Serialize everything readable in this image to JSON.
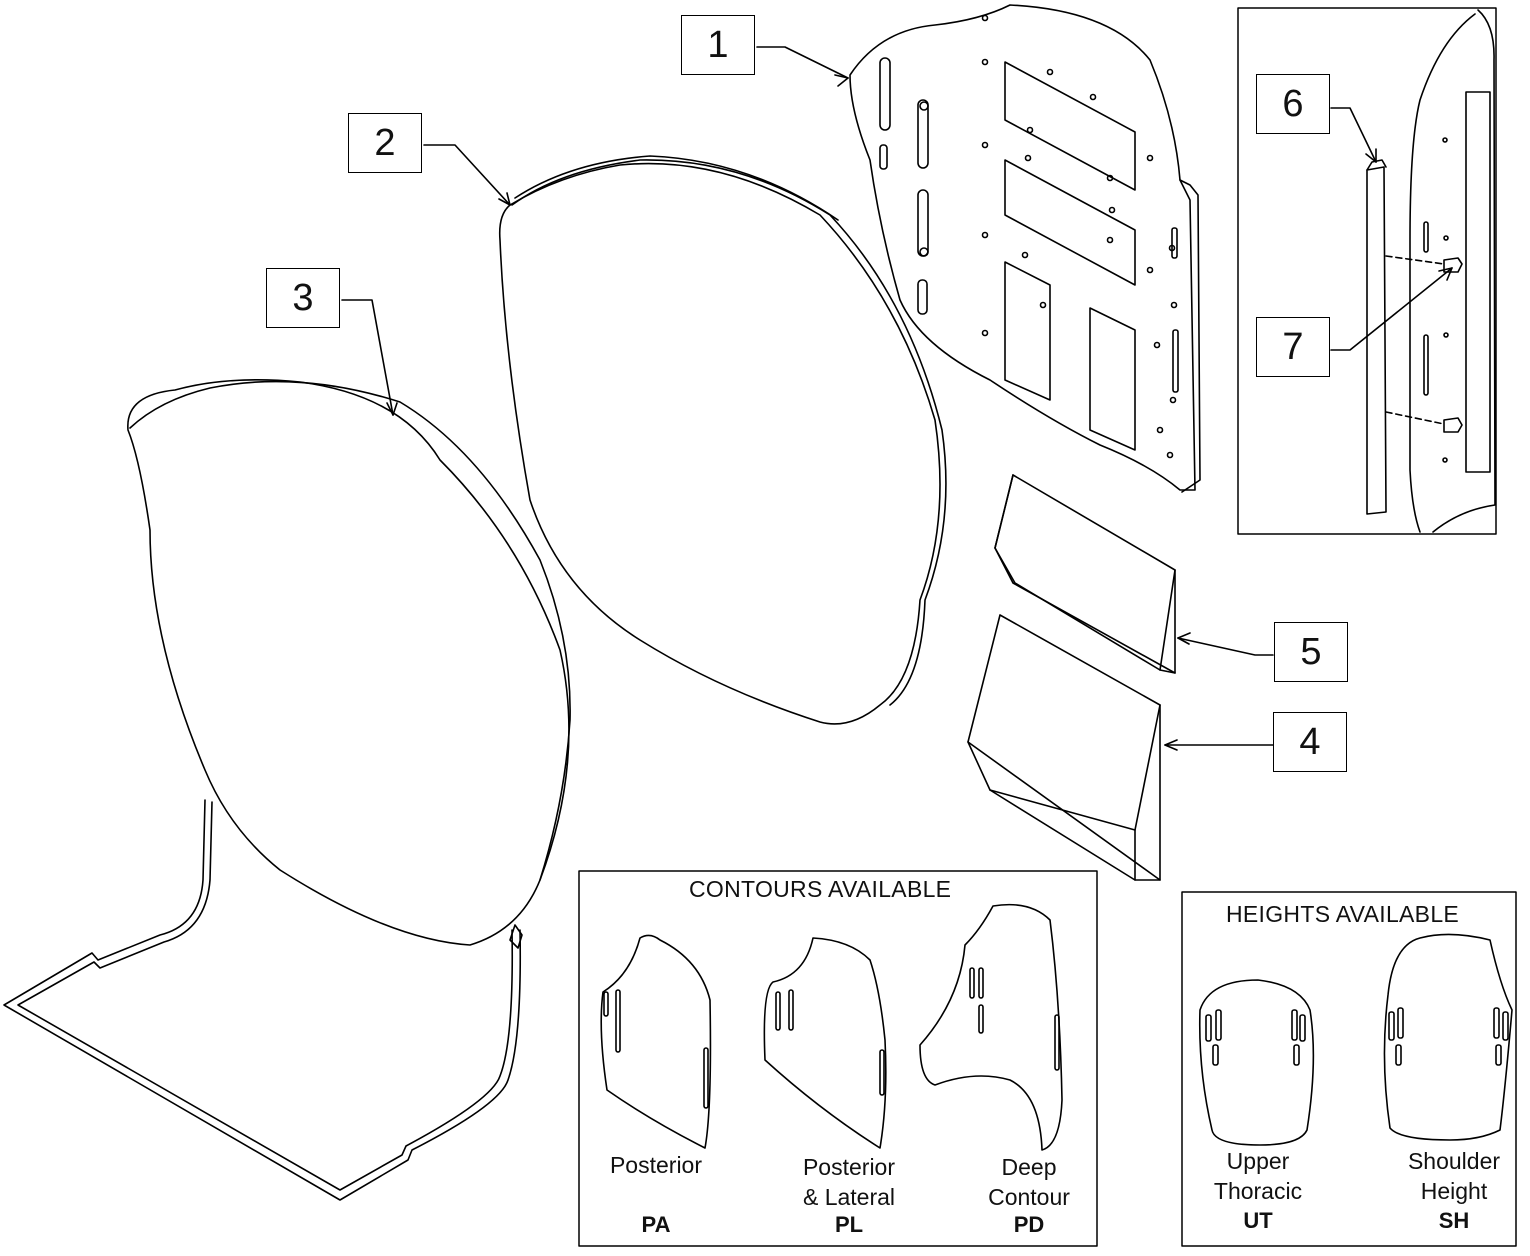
{
  "callouts": [
    "1",
    "2",
    "3",
    "4",
    "5",
    "6",
    "7"
  ],
  "contours": {
    "title": "CONTOURS AVAILABLE",
    "items": [
      {
        "label_line1": "Posterior",
        "label_line2": "",
        "code": "PA"
      },
      {
        "label_line1": "Posterior",
        "label_line2": "& Lateral",
        "code": "PL"
      },
      {
        "label_line1": "Deep",
        "label_line2": "Contour",
        "code": "PD"
      }
    ]
  },
  "heights": {
    "title": "HEIGHTS AVAILABLE",
    "items": [
      {
        "label_line1": "Upper",
        "label_line2": "Thoracic",
        "code": "UT"
      },
      {
        "label_line1": "Shoulder",
        "label_line2": "Height",
        "code": "SH"
      }
    ]
  }
}
